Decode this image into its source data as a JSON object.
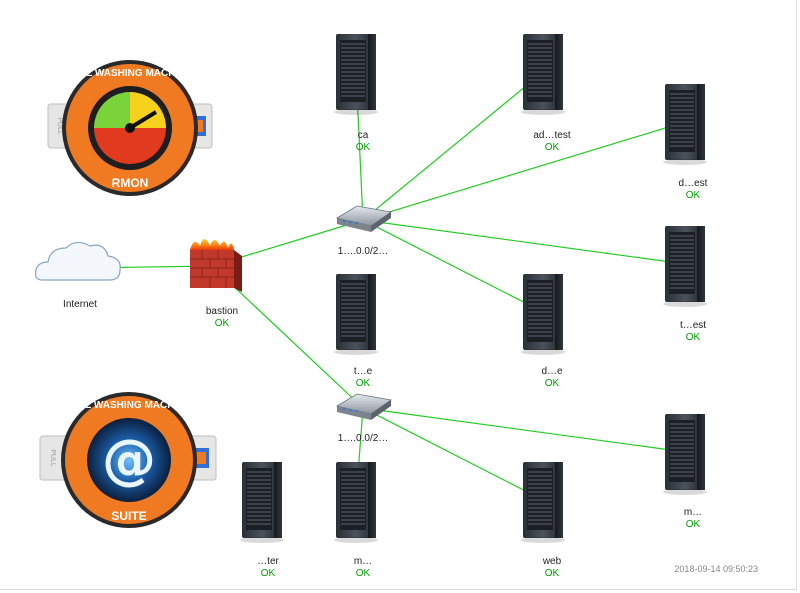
{
  "timestamp": "2018-09-14 09:50:23",
  "colors": {
    "link": "#22cc22",
    "status_ok": "#00a000",
    "badge_orange": "#f07a22"
  },
  "badges": [
    {
      "id": "rmon",
      "line1": "MAIL WASHING MACHINE",
      "line2": "RMON",
      "side": "PULL"
    },
    {
      "id": "suite",
      "line1": "MAIL WASHING MACHINE",
      "line2": "SUITE",
      "side": "PULL"
    }
  ],
  "nodes": {
    "internet": {
      "label": "Internet",
      "status": "",
      "icon": "cloud-icon"
    },
    "bastion": {
      "label": "bastion",
      "status": "OK",
      "icon": "firewall-icon"
    },
    "switch1": {
      "label": "1….0.0/2…",
      "status": "",
      "icon": "switch-icon"
    },
    "switch2": {
      "label": "1….0.0/2…",
      "status": "",
      "icon": "switch-icon"
    },
    "ca": {
      "label": "ca",
      "status": "OK",
      "icon": "server-icon"
    },
    "admintest": {
      "label": "ad…test",
      "status": "OK",
      "icon": "server-icon"
    },
    "dbtest": {
      "label": "d…est",
      "status": "OK",
      "icon": "server-icon"
    },
    "teatest": {
      "label": "t…est",
      "status": "OK",
      "icon": "server-icon"
    },
    "trace": {
      "label": "t…e",
      "status": "OK",
      "icon": "server-icon"
    },
    "db": {
      "label": "d…e",
      "status": "OK",
      "icon": "server-icon"
    },
    "mail": {
      "label": "m…",
      "status": "OK",
      "icon": "server-icon"
    },
    "mx": {
      "label": "m…",
      "status": "OK",
      "icon": "server-icon"
    },
    "web": {
      "label": "web",
      "status": "OK",
      "icon": "server-icon"
    },
    "printer": {
      "label": "…ter",
      "status": "OK",
      "icon": "server-icon"
    }
  }
}
